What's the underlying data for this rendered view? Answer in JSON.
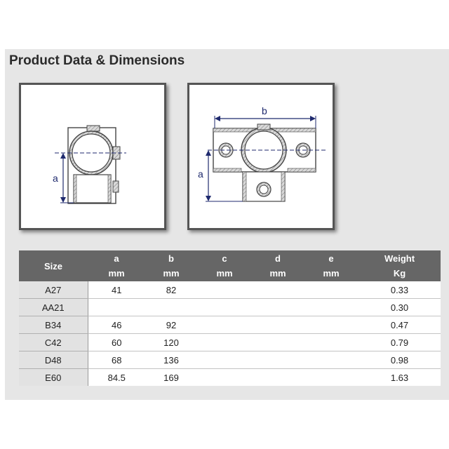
{
  "page": {
    "title": "Product Data & Dimensions"
  },
  "diagrams": {
    "front": {
      "dimension_label": "a"
    },
    "side": {
      "height_label": "a",
      "width_label": "b"
    }
  },
  "table": {
    "headers": [
      {
        "label": "Size",
        "unit": ""
      },
      {
        "label": "a",
        "unit": "mm"
      },
      {
        "label": "b",
        "unit": "mm"
      },
      {
        "label": "c",
        "unit": "mm"
      },
      {
        "label": "d",
        "unit": "mm"
      },
      {
        "label": "e",
        "unit": "mm"
      },
      {
        "label": "Weight",
        "unit": "Kg"
      }
    ],
    "rows": [
      {
        "size": "A27",
        "a": "41",
        "b": "82",
        "c": "",
        "d": "",
        "e": "",
        "weight": "0.33"
      },
      {
        "size": "AA21",
        "a": "",
        "b": "",
        "c": "",
        "d": "",
        "e": "",
        "weight": "0.30"
      },
      {
        "size": "B34",
        "a": "46",
        "b": "92",
        "c": "",
        "d": "",
        "e": "",
        "weight": "0.47"
      },
      {
        "size": "C42",
        "a": "60",
        "b": "120",
        "c": "",
        "d": "",
        "e": "",
        "weight": "0.79"
      },
      {
        "size": "D48",
        "a": "68",
        "b": "136",
        "c": "",
        "d": "",
        "e": "",
        "weight": "0.98"
      },
      {
        "size": "E60",
        "a": "84.5",
        "b": "169",
        "c": "",
        "d": "",
        "e": "",
        "weight": "1.63"
      }
    ]
  },
  "colors": {
    "panel_background": "#e6e6e6",
    "table_header": "#666666",
    "dimension_lines": "#1f2a6e"
  }
}
